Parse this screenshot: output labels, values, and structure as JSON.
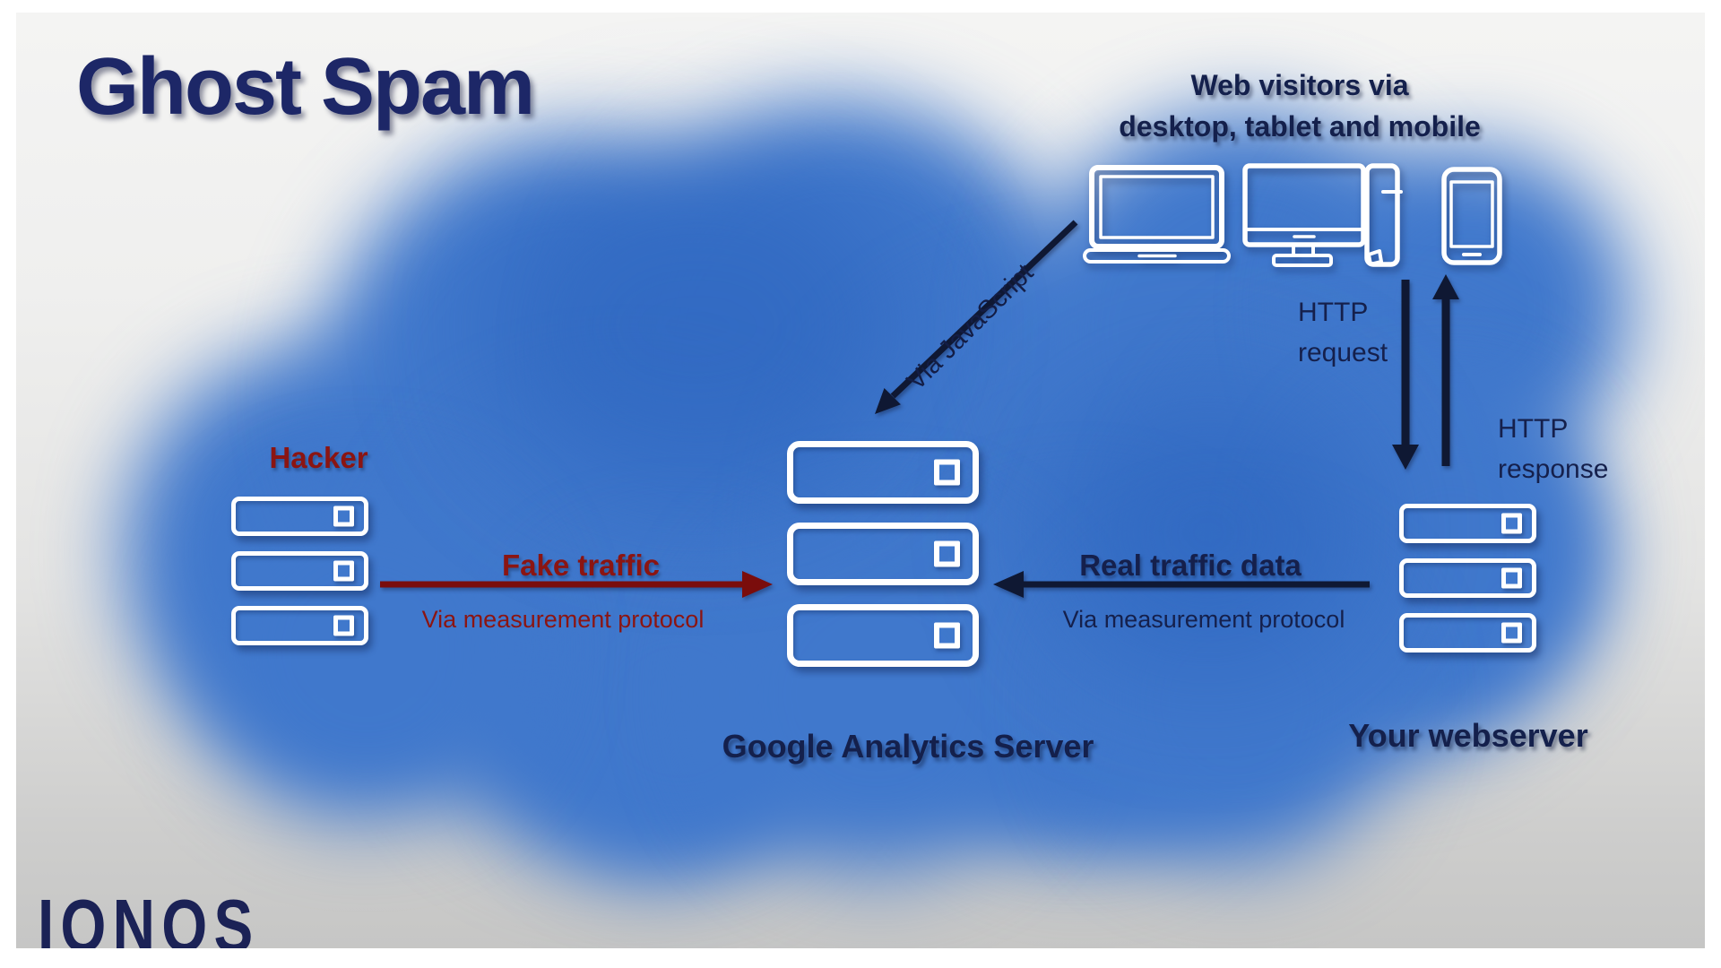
{
  "title": "Ghost Spam",
  "nodes": {
    "web_visitors": {
      "label": "Web visitors via\ndesktop, tablet and mobile"
    },
    "hacker": {
      "label": "Hacker"
    },
    "google_analytics": {
      "label": "Google Analytics Server"
    },
    "webserver": {
      "label": "Your webserver"
    }
  },
  "flows": {
    "via_javascript": {
      "label": "Via JavaScript"
    },
    "http_request": {
      "label": "HTTP\nrequest"
    },
    "http_response": {
      "label": "HTTP\nresponse"
    },
    "fake_traffic": {
      "label": "Fake traffic",
      "sublabel": "Via measurement protocol"
    },
    "real_traffic": {
      "label": "Real traffic data",
      "sublabel": "Via measurement protocol"
    }
  },
  "branding": {
    "logo": "IONOS"
  },
  "colors": {
    "navy_title": "#1d2767",
    "navy_label": "#14204c",
    "navy_arrow": "#0f1833",
    "red_label": "#8b1512",
    "red_arrow": "#7a0d0c",
    "cloud_blue": "#4078cc",
    "icon_white": "#ffffff"
  }
}
